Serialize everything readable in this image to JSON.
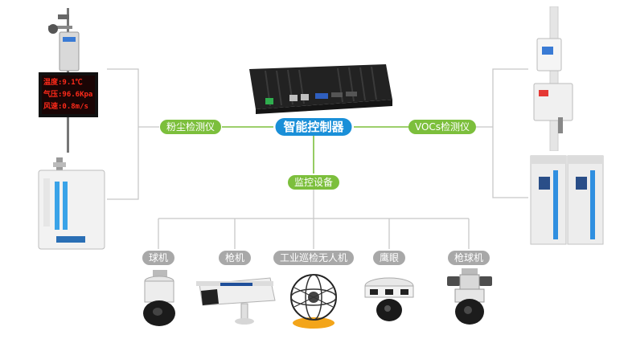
{
  "center": {
    "label": "智能控制器"
  },
  "branches": {
    "dust": "粉尘检测仪",
    "vocs": "VOCs检测仪",
    "monitor": "监控设备"
  },
  "cameras": [
    {
      "label": "球机",
      "icon": "dome-camera-icon"
    },
    {
      "label": "枪机",
      "icon": "bullet-camera-icon"
    },
    {
      "label": "工业巡检无人机",
      "icon": "inspection-drone-icon"
    },
    {
      "label": "鹰眼",
      "icon": "eagle-eye-camera-icon"
    },
    {
      "label": "枪球机",
      "icon": "bullet-dome-camera-icon"
    }
  ],
  "display_panel": {
    "rows": [
      "温度:9.1℃",
      "气压:96.6Kpa",
      "风速:0.8m/s"
    ]
  },
  "colors": {
    "accent_green": "#7cbf3c",
    "accent_blue": "#1a8fd8",
    "label_gray": "#a8a8a8",
    "line_gray": "#c8c8c8"
  }
}
